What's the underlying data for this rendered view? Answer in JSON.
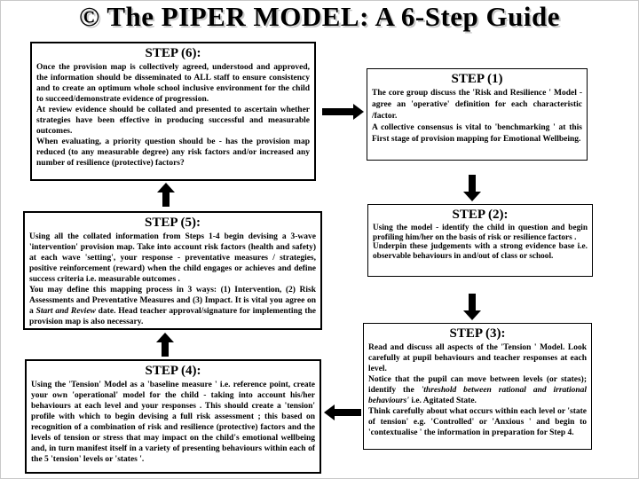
{
  "title": "© The PIPER MODEL: A 6-Step Guide",
  "colors": {
    "background": "#ffffff",
    "text": "#000000",
    "box_border": "#000000",
    "arrow": "#000000",
    "title_shadow": "#c8c8c8"
  },
  "boxes": {
    "step6": {
      "heading": "STEP (6):",
      "paragraphs": [
        [
          {
            "t": "Once the provision map is collectively agreed, understood and approved, the information should be disseminated to ALL staff to ensure consistency and to create an optimum whole school inclusive environment for the child to succeed/demonstrate evidence of progression."
          }
        ],
        [
          {
            "t": "At review evidence should be collated and presented to ascertain whether strategies have been effective in producing successful and measurable outcomes."
          }
        ],
        [
          {
            "t": "When evaluating, a priority question should be - has the provision map reduced (to any measurable degree) any risk factors and/or increased any number of resilience (protective) factors?"
          }
        ]
      ]
    },
    "step1": {
      "heading": "STEP (1)",
      "paragraphs": [
        [
          {
            "t": "The core group discuss the 'Risk and Resilience ' Model - agree an 'operative' definition for each characteristic /factor."
          }
        ],
        [
          {
            "t": "A collective consensus is vital to 'benchmarking ' at this First stage of provision mapping for Emotional Wellbeing."
          }
        ]
      ]
    },
    "step5": {
      "heading": "STEP (5):",
      "paragraphs": [
        [
          {
            "t": "Using all the collated information from Steps 1-4 begin devising a 3-wave 'intervention' provision map. Take into account risk factors (health and safety) at each wave 'setting', your response - preventative measures / strategies, positive reinforcement (reward) when the child engages or achieves and define success criteria i.e. measurable outcomes ."
          }
        ],
        [
          {
            "t": "You may define this mapping process in 3 ways: (1) Intervention, (2) Risk Assessments and Preventative Measures and (3) Impact. It is vital you agree on a "
          },
          {
            "t": "Start and Review",
            "i": true
          },
          {
            "t": " date. Head teacher  approval/signature for implementing the provision map is also necessary."
          }
        ]
      ]
    },
    "step2": {
      "heading": "STEP (2):",
      "paragraphs": [
        [
          {
            "t": "Using the model - identify the child in question and begin profiling him/her on the basis of risk or resilience factors ."
          }
        ],
        [
          {
            "t": "Underpin these judgements with a strong evidence base i.e. observable behaviours in and/out of class or school."
          }
        ]
      ]
    },
    "step4": {
      "heading": "STEP (4):",
      "paragraphs": [
        [
          {
            "t": "Using the 'Tension' Model as a  'baseline measure ' i.e. reference point, create your own 'operational' model for the child - taking into account his/her behaviours at each level and your responses . This should create a 'tension' profile with which to begin devising a full risk assessment ; this based on recognition of a combination of risk and resilience (protective) factors and the levels of tension or stress that may impact on the child's emotional wellbeing and, in turn manifest itself in a variety of presenting behaviours within each of the 5 'tension' levels or  'states '."
          }
        ]
      ]
    },
    "step3": {
      "heading": "STEP (3):",
      "paragraphs": [
        [
          {
            "t": "Read and discuss all aspects of the 'Tension ' Model. Look carefully at pupil behaviours and teacher responses at each level."
          }
        ],
        [
          {
            "t": "Notice that the pupil can move between levels (or states); identify the "
          },
          {
            "t": "'threshold between rational and irrational behaviours'",
            "i": true
          },
          {
            "t": " i.e. Agitated State."
          }
        ],
        [
          {
            "t": "Think carefully about what occurs within each level or 'state of tension' e.g.  'Controlled' or 'Anxious ' and begin to 'contextualise ' the information in preparation for Step 4."
          }
        ]
      ]
    }
  },
  "icons": {
    "arrow_step5_to_step6": "up-arrow",
    "arrow_step6_to_step1": "right-arrow",
    "arrow_step1_to_step2": "down-arrow",
    "arrow_step2_to_step3": "down-arrow",
    "arrow_step3_to_step4": "left-arrow",
    "arrow_step4_to_step5": "up-arrow"
  }
}
